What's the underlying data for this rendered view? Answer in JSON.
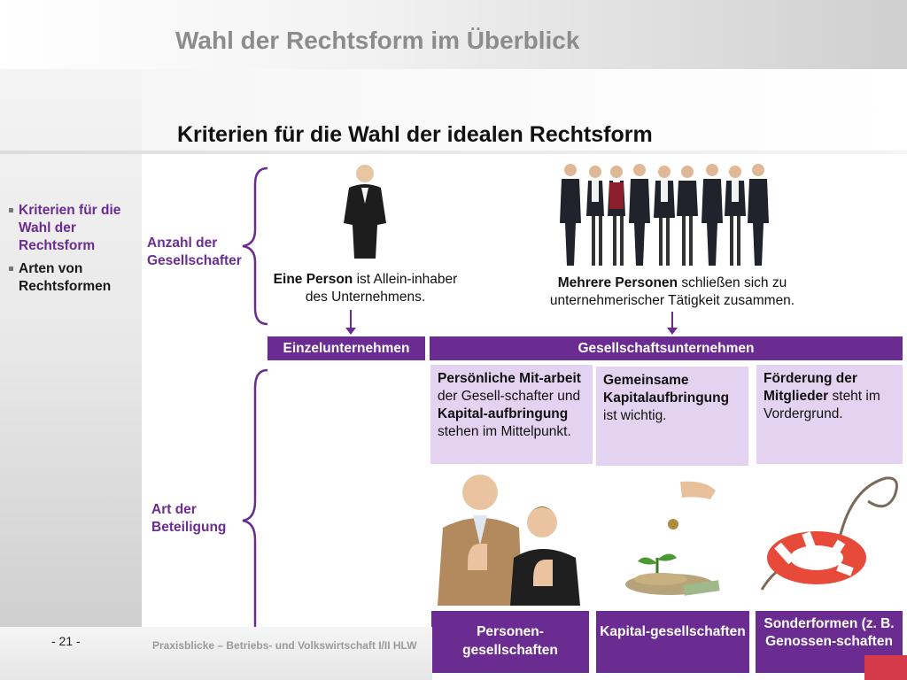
{
  "header": {
    "title": "Wahl der Rechtsform im Überblick"
  },
  "subtitle": "Kriterien für die Wahl der idealen Rechtsform",
  "sidebar": {
    "items": [
      {
        "label": "Kriterien für die Wahl der Rechtsform",
        "active": true
      },
      {
        "label": "Arten von Rechtsformen",
        "active": false
      }
    ]
  },
  "criteria": {
    "anzahl": "Anzahl der Gesellschafter",
    "art": "Art der Beteiligung"
  },
  "persons": {
    "one_bold": "Eine Person",
    "one_rest": " ist Allein-inhaber des Unternehmens.",
    "many_bold": "Mehrere Personen",
    "many_rest": " schließen sich zu unternehmerischer Tätigkeit zusammen."
  },
  "boxes": {
    "einzel": "Einzelunternehmen",
    "gesellschaft": "Gesellschaftsunternehmen"
  },
  "descriptions": {
    "d1_b1": "Persönliche Mit-arbeit",
    "d1_t1": " der Gesell-schafter und ",
    "d1_b2": "Kapital-aufbringung",
    "d1_t2": " stehen im Mittelpunkt.",
    "d2_b": "Gemeinsame Kapitalaufbringung",
    "d2_t": " ist wichtig.",
    "d3_b": "Förderung der Mitglieder",
    "d3_t": " steht im Vordergrund."
  },
  "types": {
    "personen": "Personen-gesellschaften",
    "kapital": "Kapital-gesellschaften",
    "sonder": "Sonderformen (z. B. Genossen-schaften"
  },
  "footer": {
    "page": "- 21 -",
    "text": "Praxisblicke – Betriebs- und Volkswirtschaft I/II HLW"
  },
  "colors": {
    "accent": "#6b2c91",
    "light_accent": "#e4d3f0",
    "red": "#d63a4a"
  }
}
